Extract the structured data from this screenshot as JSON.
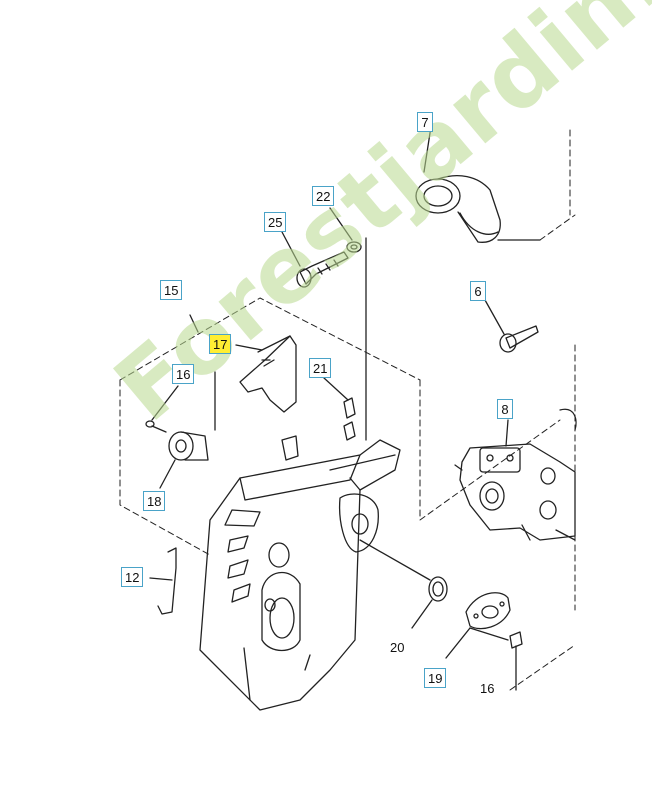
{
  "callouts": {
    "c7": "7",
    "c22": "22",
    "c25": "25",
    "c15": "15",
    "c6": "6",
    "c17": "17",
    "c16": "16",
    "c21": "21",
    "c8": "8",
    "c18": "18",
    "c12": "12",
    "c20": "20",
    "c19": "19",
    "c16b": "16"
  },
  "watermark": {
    "text": "Forestjardin.com",
    "color": "#b9d98f"
  },
  "colors": {
    "callout_border": "#4aa3c8",
    "highlight": "#ffee33",
    "line": "#222222"
  }
}
